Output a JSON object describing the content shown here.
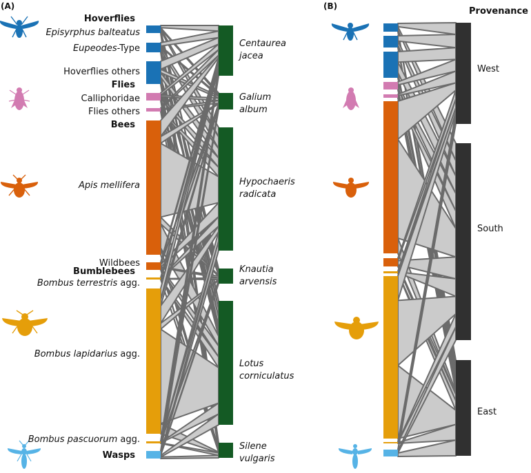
{
  "chart_data": [
    {
      "type": "bipartite-network",
      "panel_label": "(A)",
      "title": "",
      "lower_level": "pollinators",
      "higher_level": "plants",
      "colors": {
        "hoverflies": "#1a72b5",
        "flies": "#d27bb1",
        "bees": "#d9600b",
        "bumblebees": "#e59e0a",
        "wasps": "#56b3e6",
        "plants": "#145a24",
        "link_fill": "#cbcbcb",
        "link_stroke": "#6b6b6b"
      },
      "group_headers": [
        {
          "label": "Hoverflies",
          "group": "hoverflies"
        },
        {
          "label": "Flies",
          "group": "flies"
        },
        {
          "label": "Bees",
          "group": "bees"
        },
        {
          "label": "Bumblebees",
          "group": "bumblebees"
        },
        {
          "label": "Wasps",
          "group": "wasps"
        }
      ],
      "pollinators": [
        {
          "label_italic": "Episyrphus balteatus",
          "label_plain": "",
          "group": "hoverflies",
          "share": 0.019
        },
        {
          "label_italic": "Eupeodes",
          "label_plain": "-Type",
          "group": "hoverflies",
          "share": 0.024
        },
        {
          "label_italic": "",
          "label_plain": "Hoverflies others",
          "group": "hoverflies",
          "share": 0.056
        },
        {
          "label_italic": "",
          "label_plain": "Calliphoridae",
          "group": "flies",
          "share": 0.019
        },
        {
          "label_italic": "",
          "label_plain": "Flies others",
          "group": "flies",
          "share": 0.008
        },
        {
          "label_italic": "Apis mellifera",
          "label_plain": "",
          "group": "bees",
          "share": 0.33
        },
        {
          "label_italic": "",
          "label_plain": "Wildbees",
          "group": "bees",
          "share": 0.019
        },
        {
          "label_italic": "Bombus terrestris",
          "label_plain": " agg.",
          "group": "bumblebees",
          "share": 0.003
        },
        {
          "label_italic": "Bombus lapidarius",
          "label_plain": " agg.",
          "group": "bumblebees",
          "share": 0.357
        },
        {
          "label_italic": "Bombus pascuorum",
          "label_plain": " agg.",
          "group": "bumblebees",
          "share": 0.003
        },
        {
          "label_italic": "",
          "label_plain": "Wasps",
          "group": "wasps",
          "share": 0.019
        }
      ],
      "plants": [
        {
          "line1": "Centaurea",
          "line2": "jacea",
          "share": 0.124
        },
        {
          "line1": "Galium",
          "line2": "album",
          "share": 0.041
        },
        {
          "line1": "Hypochaeris",
          "line2": "radicata",
          "share": 0.303
        },
        {
          "line1": "Knautia",
          "line2": "arvensis",
          "share": 0.037
        },
        {
          "line1": "Lotus",
          "line2": "corniculatus",
          "share": 0.305
        },
        {
          "line1": "Silene",
          "line2": "vulgaris",
          "share": 0.037
        }
      ]
    },
    {
      "type": "bipartite-network",
      "panel_label": "(B)",
      "title": "Provenance",
      "lower_level": "pollinators",
      "higher_level": "provenance",
      "colors": {
        "provenance": "#303030",
        "link_fill": "#cbcbcb",
        "link_stroke": "#6b6b6b"
      },
      "provenances": [
        {
          "label": "West",
          "share": 0.27
        },
        {
          "label": "South",
          "share": 0.52
        },
        {
          "label": "East",
          "share": 0.25
        }
      ]
    }
  ]
}
